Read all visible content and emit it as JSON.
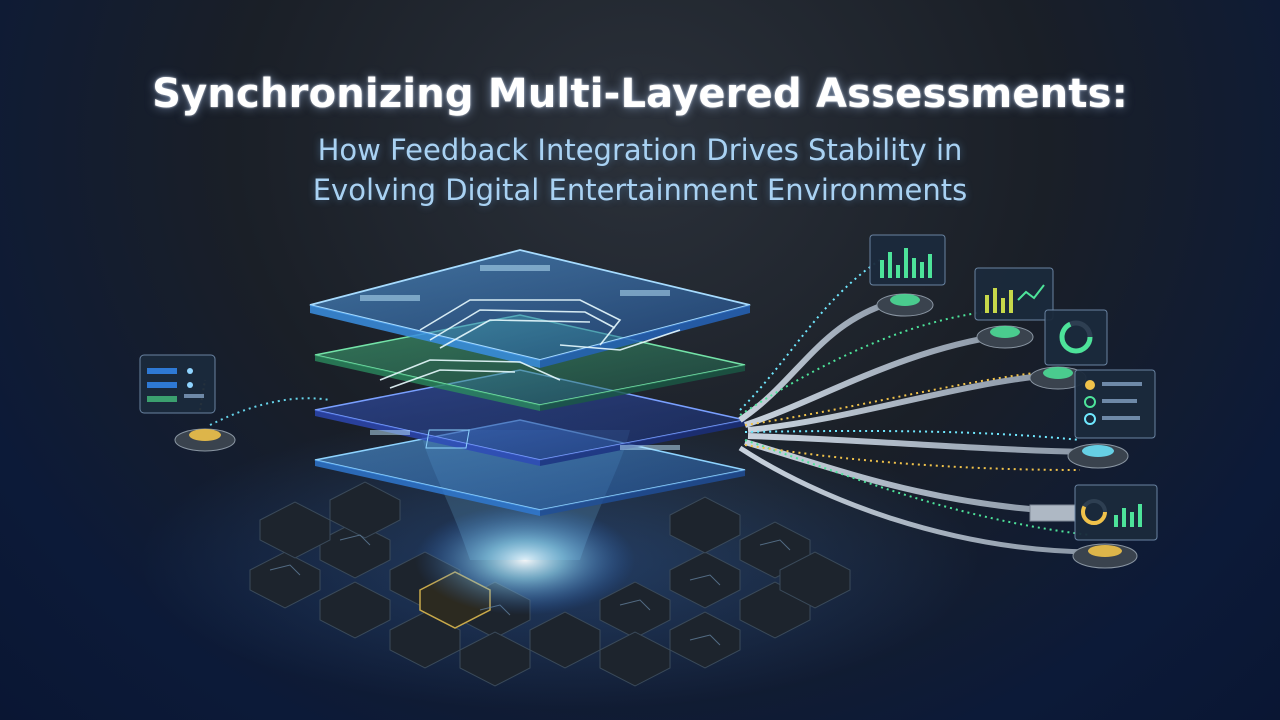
{
  "header": {
    "title": "Synchronizing Multi-Layered Assessments:",
    "subtitle_line1": "How Feedback Integration Drives Stability in",
    "subtitle_line2": "Evolving Digital Entertainment Environments"
  },
  "colors": {
    "title": "#ffffff",
    "subtitle": "#a9d2f3",
    "glow_cyan": "#6fe8ff",
    "accent_green": "#4de39a",
    "accent_gold": "#f0c24a",
    "background_top": "#23272e",
    "background_bottom": "#0a1633"
  },
  "illustration": {
    "icons": [
      "stacked-layers-icon",
      "hexagon-circuit-base-icon",
      "data-cable-icon",
      "dashboard-panel-icon",
      "node-disc-icon"
    ]
  }
}
